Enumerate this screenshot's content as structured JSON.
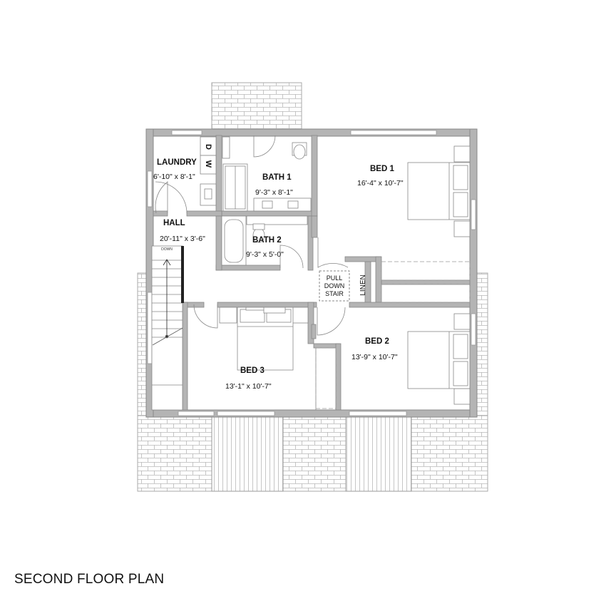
{
  "plan_title": "SECOND FLOOR PLAN",
  "rooms": {
    "laundry": {
      "name": "LAUNDRY",
      "dims": "6'-10\" x 8'-1\""
    },
    "hall": {
      "name": "HALL",
      "dims": "20'-11\" x 3'-6\""
    },
    "bath1": {
      "name": "BATH 1",
      "dims": "9'-3\" x 8'-1\""
    },
    "bath2": {
      "name": "BATH 2",
      "dims": "9'-3\" x 5'-0\""
    },
    "bed1": {
      "name": "BED 1",
      "dims": "16'-4\" x 10'-7\""
    },
    "bed2": {
      "name": "BED 2",
      "dims": "13'-9\" x 10'-7\""
    },
    "bed3": {
      "name": "BED 3",
      "dims": "13'-1\" x 10'-7\""
    }
  },
  "labels": {
    "dw_d": "D",
    "dw_w": "W",
    "stair_down": "DOWN",
    "pull1": "PULL",
    "pull2": "DOWN",
    "pull3": "STAIR",
    "linen": "LINEN"
  },
  "colors": {
    "wall": "#9a9a9a",
    "wall_fill": "#b4b4b4",
    "line": "#777777",
    "brick": "#b0b0b0"
  }
}
